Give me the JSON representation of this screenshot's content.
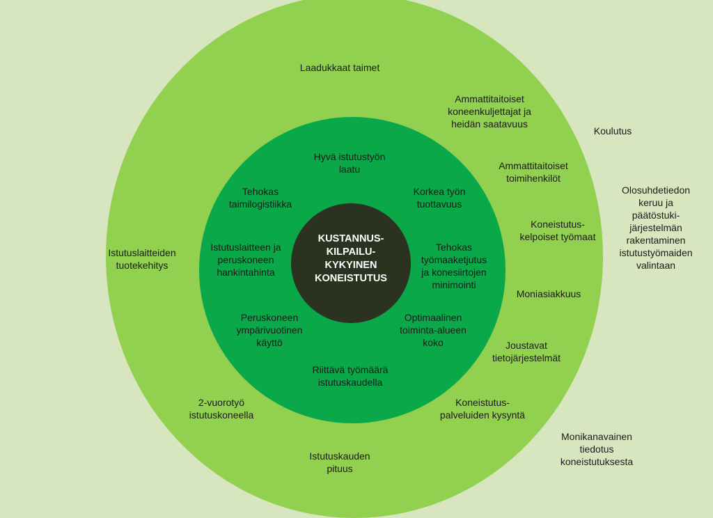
{
  "center": {
    "text": "KUSTANNUS-\nKILPAILU-\nKYKYINEN\nKONEISTUTUS"
  },
  "inner_ring": [
    "Hyvä istutustyön\nlaatu",
    "Korkea työn\ntuottavuus",
    "Tehokas\ntyömaaketjutus\nja konesiirtojen\nminimointi",
    "Optimaalinen\ntoiminta-alueen\nkoko",
    "Riittävä työmäärä\nistutuskaudella",
    "Peruskoneen\nympärivuotinen\nkäyttö",
    "Istutuslaitteen ja\nperuskoneen\nhankintahinta",
    "Tehokas\ntaimilogistiikka"
  ],
  "outer_ring": [
    "Laadukkaat taimet",
    "Ammattitaitoiset\nkoneenkuljettajat ja\nheidän saatavuus",
    "Ammattitaitoiset\ntoimihenkilöt",
    "Koneistutus-\nkelpoiset työmaat",
    "Moniasiakkuus",
    "Joustavat\ntietojärjestelmät",
    "Koneistutus-\npalveluiden kysyntä",
    "Istutuskauden\npituus",
    "2-vuorotyö\nistutuskoneella",
    "Istutuslaitteiden\ntuotekehitys"
  ],
  "outside": [
    "Koulutus",
    "Olosuhdetiedon\nkeruu ja\npäätöstuki-\njärjestelmän\nrakentaminen\nistutustyömaiden\nvalintaan",
    "Monikanavainen\ntiedotus\nkoneistutuksesta"
  ],
  "colors": {
    "background": "#d8e6c0",
    "outer_ring": "#92d050",
    "middle_ring": "#0ba84a",
    "core": "#2b3220"
  }
}
